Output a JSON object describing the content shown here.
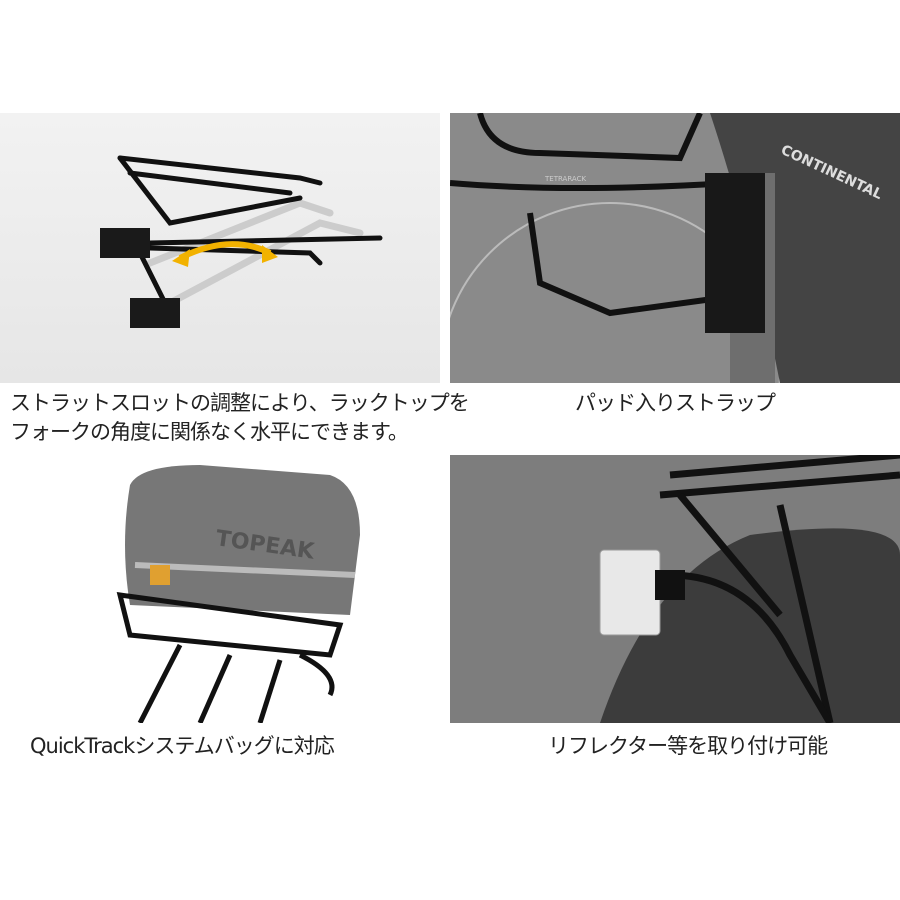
{
  "panels": [
    {
      "caption_lines": [
        "ストラットスロットの調整により、ラックトップを",
        "フォークの角度に関係なく水平にできます。"
      ],
      "photo": "rack-strut-adjustment"
    },
    {
      "caption": "パッド入りストラップ",
      "photo": "padded-strap-on-fork",
      "photo_lettering": [
        "TETRARACK",
        "CONTINENTAL"
      ]
    },
    {
      "caption": "QuickTrackシステムバッグに対応",
      "photo": "rack-with-trunk-bag",
      "photo_lettering": [
        "TOPEAK"
      ]
    },
    {
      "caption": "リフレクター等を取り付け可能",
      "photo": "reflector-mounted-on-rack"
    }
  ],
  "colors": {
    "arrow": "#f2b200",
    "caption_text": "#222222"
  }
}
